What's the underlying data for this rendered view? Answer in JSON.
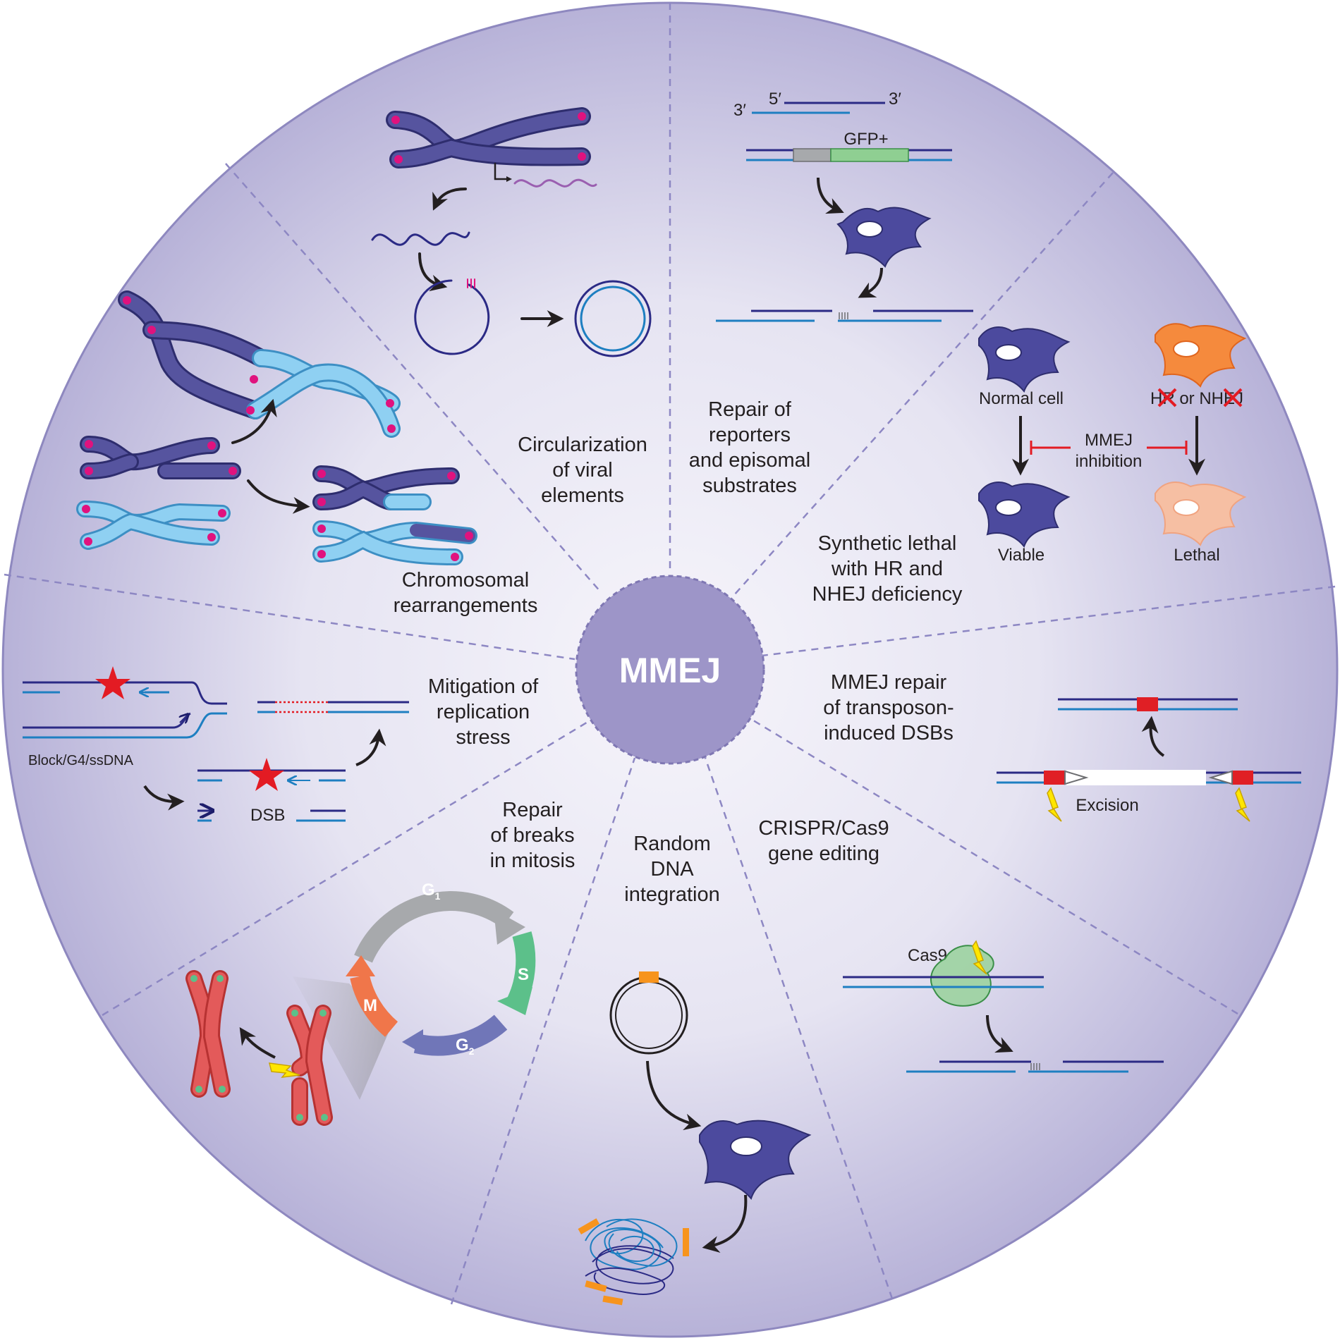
{
  "center_label": "MMEJ",
  "sectors": {
    "chromosomal": {
      "l1": "Chromosomal",
      "l2": "rearrangements"
    },
    "viral": {
      "l1": "Circularization",
      "l2": "of viral",
      "l3": "elements"
    },
    "reporters": {
      "l1": "Repair of",
      "l2": "reporters",
      "l3": "and episomal",
      "l4": "substrates"
    },
    "synthetic": {
      "l1": "Synthetic lethal",
      "l2": "with HR and",
      "l3": "NHEJ deficiency"
    },
    "transposon": {
      "l1": "MMEJ repair",
      "l2": "of transposon-",
      "l3": "induced DSBs"
    },
    "crispr": {
      "l1": "CRISPR/Cas9",
      "l2": "gene editing"
    },
    "random": {
      "l1": "Random",
      "l2": "DNA",
      "l3": "integration"
    },
    "mitosis": {
      "l1": "Repair",
      "l2": "of breaks",
      "l3": "in mitosis"
    },
    "replication": {
      "l1": "Mitigation of",
      "l2": "replication",
      "l3": "stress"
    }
  },
  "reporter": {
    "five_prime": "5′",
    "three_prime_a": "3′",
    "three_prime_b": "3′",
    "gfp": "GFP+"
  },
  "synthetic_lethal": {
    "normal_cell": "Normal cell",
    "hr": "HR",
    "or": " or ",
    "nhej": "NHEJ",
    "inhibition_l1": "MMEJ",
    "inhibition_l2": "inhibition",
    "viable": "Viable",
    "lethal": "Lethal"
  },
  "transposon_labels": {
    "excision": "Excision"
  },
  "crispr_labels": {
    "cas9": "Cas9"
  },
  "replication_labels": {
    "block": "Block/G4/ssDNA",
    "dsb": "DSB"
  },
  "cell_cycle": {
    "g1": "G",
    "g1_sub": "1",
    "s": "S",
    "g2": "G",
    "g2_sub": "2",
    "m": "M"
  },
  "colors": {
    "disc_center": "#f4f3fa",
    "disc_edge": "#b4afd6",
    "hub": "#9d95c8",
    "chromosome_dark": "#4b4a9c",
    "chromosome_light": "#7fc8ee",
    "telomere": "#e0127e",
    "dna_dark": "#1d1d6b",
    "dna_light": "#1e7fc1",
    "cell_purple": "#4c4a9e",
    "cell_orange": "#f58a3d",
    "cell_peach": "#f6bfa3",
    "red_star": "#e31b23",
    "g1_gray": "#a7a9ac",
    "s_green": "#5cc08a",
    "g2_purple": "#7076b8",
    "m_orange": "#f0764a",
    "mitotic_red": "#e04c4c",
    "cas9_green": "#9fd3a3",
    "gfp_green": "#8fcf92",
    "transposon_red": "#e01f25",
    "lightning": "#ffe600",
    "orange_tag": "#f7941d",
    "inhibit_red": "#e31b23"
  }
}
